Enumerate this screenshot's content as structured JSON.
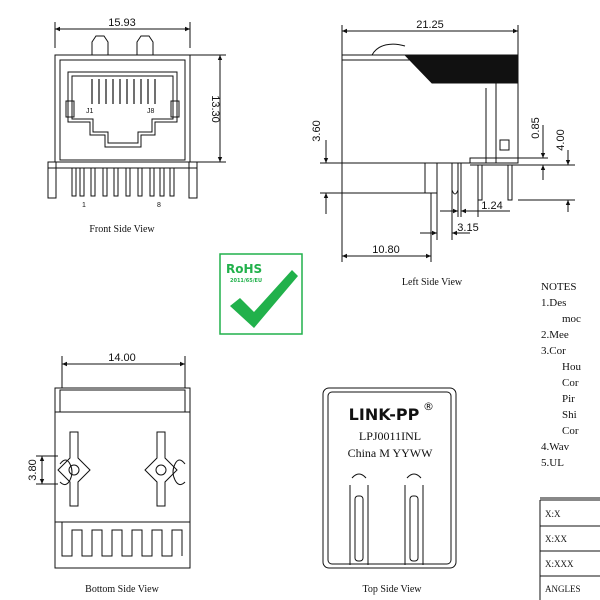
{
  "front_view": {
    "width_dim": "15.93",
    "height_dim": "13.30",
    "pin_first": "J1",
    "pin_last": "J8",
    "pin_num_first": "1",
    "pin_num_last": "8",
    "caption": "Front Side View"
  },
  "left_view": {
    "width_dim": "21.25",
    "dim_360": "3.60",
    "dim_085": "0.85",
    "dim_400": "4.00",
    "dim_124": "1.24",
    "dim_315": "3.15",
    "dim_1080": "10.80",
    "caption": "Left Side View"
  },
  "rohs": {
    "title": "RoHS",
    "subtitle": "2011/65/EU",
    "color": "#21b14b"
  },
  "bottom_view": {
    "width_dim": "14.00",
    "height_dim": "3.80",
    "caption": "Bottom Side View"
  },
  "top_view": {
    "brand": "LINK-PP",
    "registered": "®",
    "part_number": "LPJ0011INL",
    "origin": "China M YYWW",
    "caption": "Top Side View"
  },
  "notes": {
    "title": "NOTES",
    "lines": [
      "1.Des",
      "moc",
      "2.Mee",
      "3.Cor",
      "Hou",
      "Cor",
      "Pir",
      "Shi",
      "Cor",
      "4.Wav",
      "5.UL"
    ]
  },
  "tolerance_table": {
    "rows": [
      "X:X",
      "X:XX",
      "X:XXX",
      "ANGLES"
    ]
  }
}
